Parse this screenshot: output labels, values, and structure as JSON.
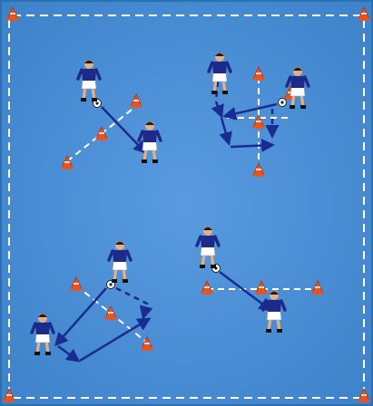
{
  "colors": {
    "pitch": "#4a8fd6",
    "pitch_edge": "#2e6fae",
    "field_line": "#ffffff",
    "cone_red": "#e8541f",
    "cone_stripe": "#ffffff",
    "arrow_pass": "#1a2c8f",
    "arrow_run": "#1a2c8f",
    "player_shirt": "#1e2a8a",
    "player_shorts": "#ffffff",
    "player_skin": "#e3b08a",
    "ball": "#ffffff"
  },
  "drills": [
    {
      "name": "drill-top-left",
      "players": 2,
      "cones": 3,
      "balls": 1
    },
    {
      "name": "drill-top-right",
      "players": 2,
      "cones": 4,
      "balls": 1
    },
    {
      "name": "drill-bottom-left",
      "players": 2,
      "cones": 3,
      "balls": 1
    },
    {
      "name": "drill-bottom-right",
      "players": 2,
      "cones": 3,
      "balls": 1
    }
  ],
  "field": {
    "corner_cones": 4
  }
}
